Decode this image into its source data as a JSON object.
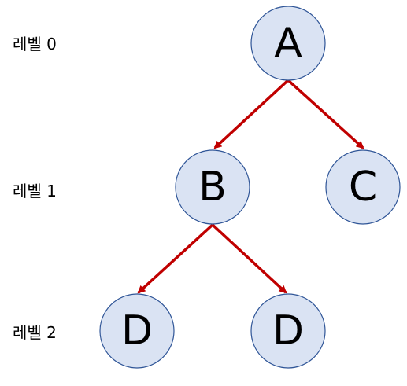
{
  "levels": [
    {
      "label": "레벨 0"
    },
    {
      "label": "레벨 1"
    },
    {
      "label": "레벨 2"
    }
  ],
  "nodes": {
    "a": "A",
    "b": "B",
    "c": "C",
    "d1": "D",
    "d2": "D"
  },
  "colors": {
    "node_fill": "#dae3f3",
    "node_stroke": "#2f5597",
    "edge": "#c00000"
  }
}
